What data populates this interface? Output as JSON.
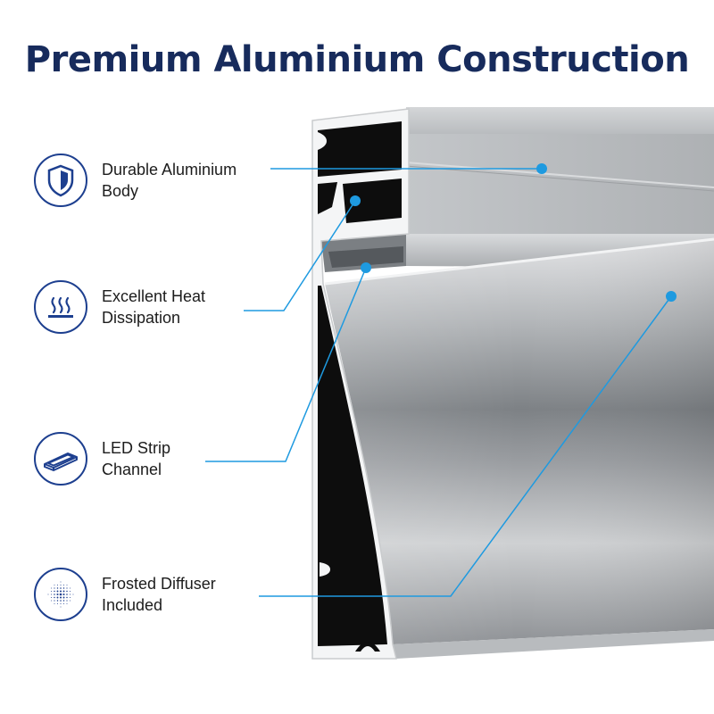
{
  "title": "Premium Aluminium Construction",
  "accent_color": "#1e9ae0",
  "icon_border_color": "#1d3f8f",
  "features": [
    {
      "icon": "shield-icon",
      "line1": "Durable Aluminium",
      "line2": "Body"
    },
    {
      "icon": "heat-waves-icon",
      "line1": "Excellent Heat",
      "line2": "Dissipation"
    },
    {
      "icon": "led-strip-tray-icon",
      "line1": "LED Strip",
      "line2": "Channel"
    },
    {
      "icon": "dotted-diffuser-icon",
      "line1": "Frosted Diffuser",
      "line2": "Included"
    }
  ]
}
